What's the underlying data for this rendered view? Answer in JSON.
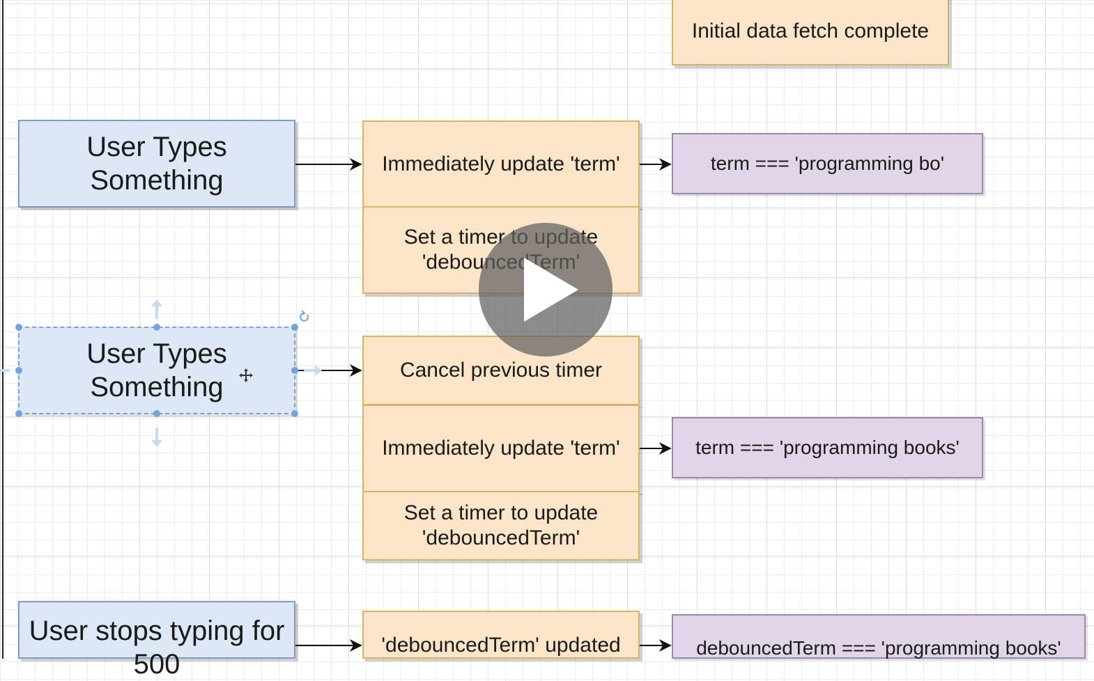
{
  "diagram": {
    "nodes": {
      "initial_fetch": "Initial data fetch complete",
      "user_types_1": "User Types\nSomething",
      "update_term_1": "Immediately update 'term'",
      "set_timer_1": "Set a timer to update\n'debouncedTerm'",
      "term_result_1": "term === 'programming bo'",
      "user_types_2": "User Types\nSomething",
      "cancel_timer": "Cancel previous timer",
      "update_term_2": "Immediately update 'term'",
      "set_timer_2": "Set a timer to update\n'debouncedTerm'",
      "term_result_2": "term === 'programming books'",
      "user_stops": "User stops typing for\n500",
      "debounced_updated": "'debouncedTerm' updated",
      "debounced_result": "debouncedTerm === 'programming books'"
    },
    "colors": {
      "event_fill": "#dde7f6",
      "action_fill": "#fbe5c9",
      "state_fill": "#e1d6e7",
      "selection": "#7aa4d6"
    }
  },
  "video": {
    "play_icon": "play-icon"
  }
}
